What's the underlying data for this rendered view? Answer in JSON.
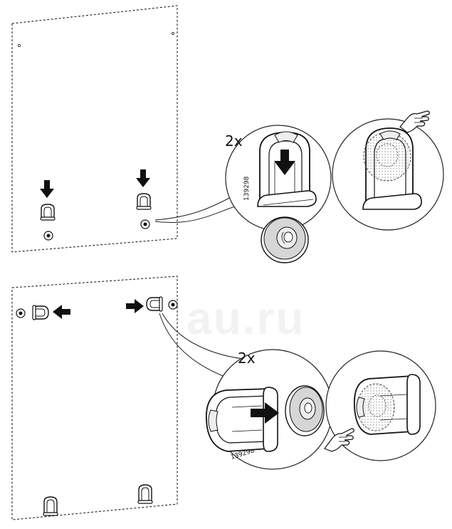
{
  "step1": {
    "qty_label": "2x",
    "part_number": "139298"
  },
  "step2": {
    "qty_label": "2x",
    "part_number": "139298"
  },
  "watermark": {
    "text": "au.ru"
  },
  "colors": {
    "line": "#1a1a1a",
    "disc": "#d6d6d6",
    "disc_dark": "#b8b8b8",
    "shade": "#9a9a9a"
  }
}
